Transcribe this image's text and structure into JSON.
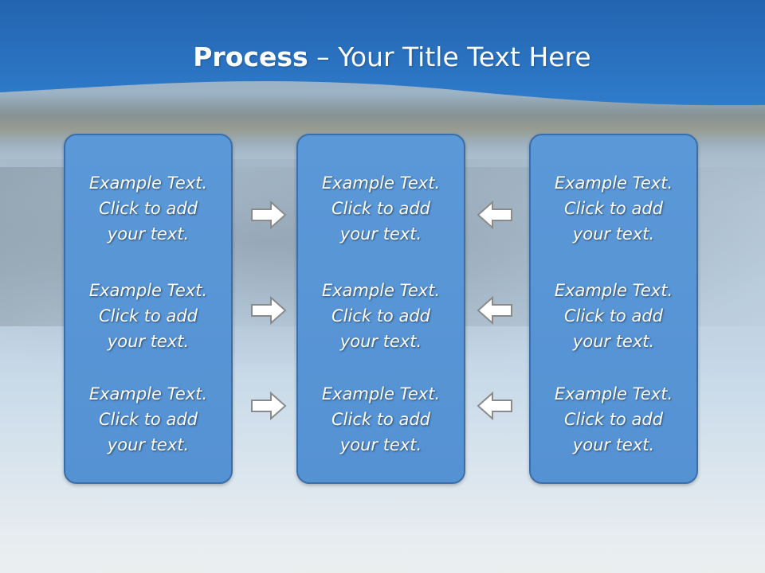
{
  "slide": {
    "title": {
      "bold": "Process",
      "rest": " – Your Title Text Here"
    },
    "columns": [
      {
        "items": [
          {
            "text": "Example Text.\nClick  to add\nyour text."
          },
          {
            "text": "Example Text.\nClick  to add\nyour text."
          },
          {
            "text": "Example Text.\nClick  to add\nyour text."
          }
        ]
      },
      {
        "items": [
          {
            "text": "Example Text.\nClick  to add\nyour text."
          },
          {
            "text": "Example Text.\nClick  to add\nyour text."
          },
          {
            "text": "Example Text.\nClick  to add\nyour text."
          }
        ]
      },
      {
        "items": [
          {
            "text": "Example Text.\nClick  to add\nyour text."
          },
          {
            "text": "Example Text.\nClick  to add\nyour text."
          },
          {
            "text": "Example Text.\nClick  to add\nyour text."
          }
        ]
      }
    ],
    "arrows": {
      "left_group": "arrow-right-icon",
      "right_group": "arrow-left-icon"
    },
    "colors": {
      "header_blue": "#2a73c4",
      "box_fill": "#5592d3",
      "box_border": "#3a6ea8",
      "arrow_fill": "#ffffff",
      "arrow_stroke": "#8a8a8a"
    }
  }
}
